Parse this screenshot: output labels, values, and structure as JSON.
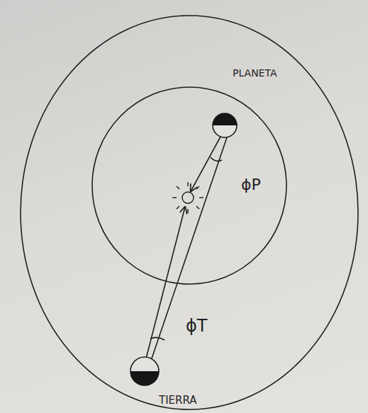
{
  "diagram": {
    "labels": [
      "PLANETA",
      "ϕP",
      "ϕT",
      "TIERRA"
    ]
  }
}
